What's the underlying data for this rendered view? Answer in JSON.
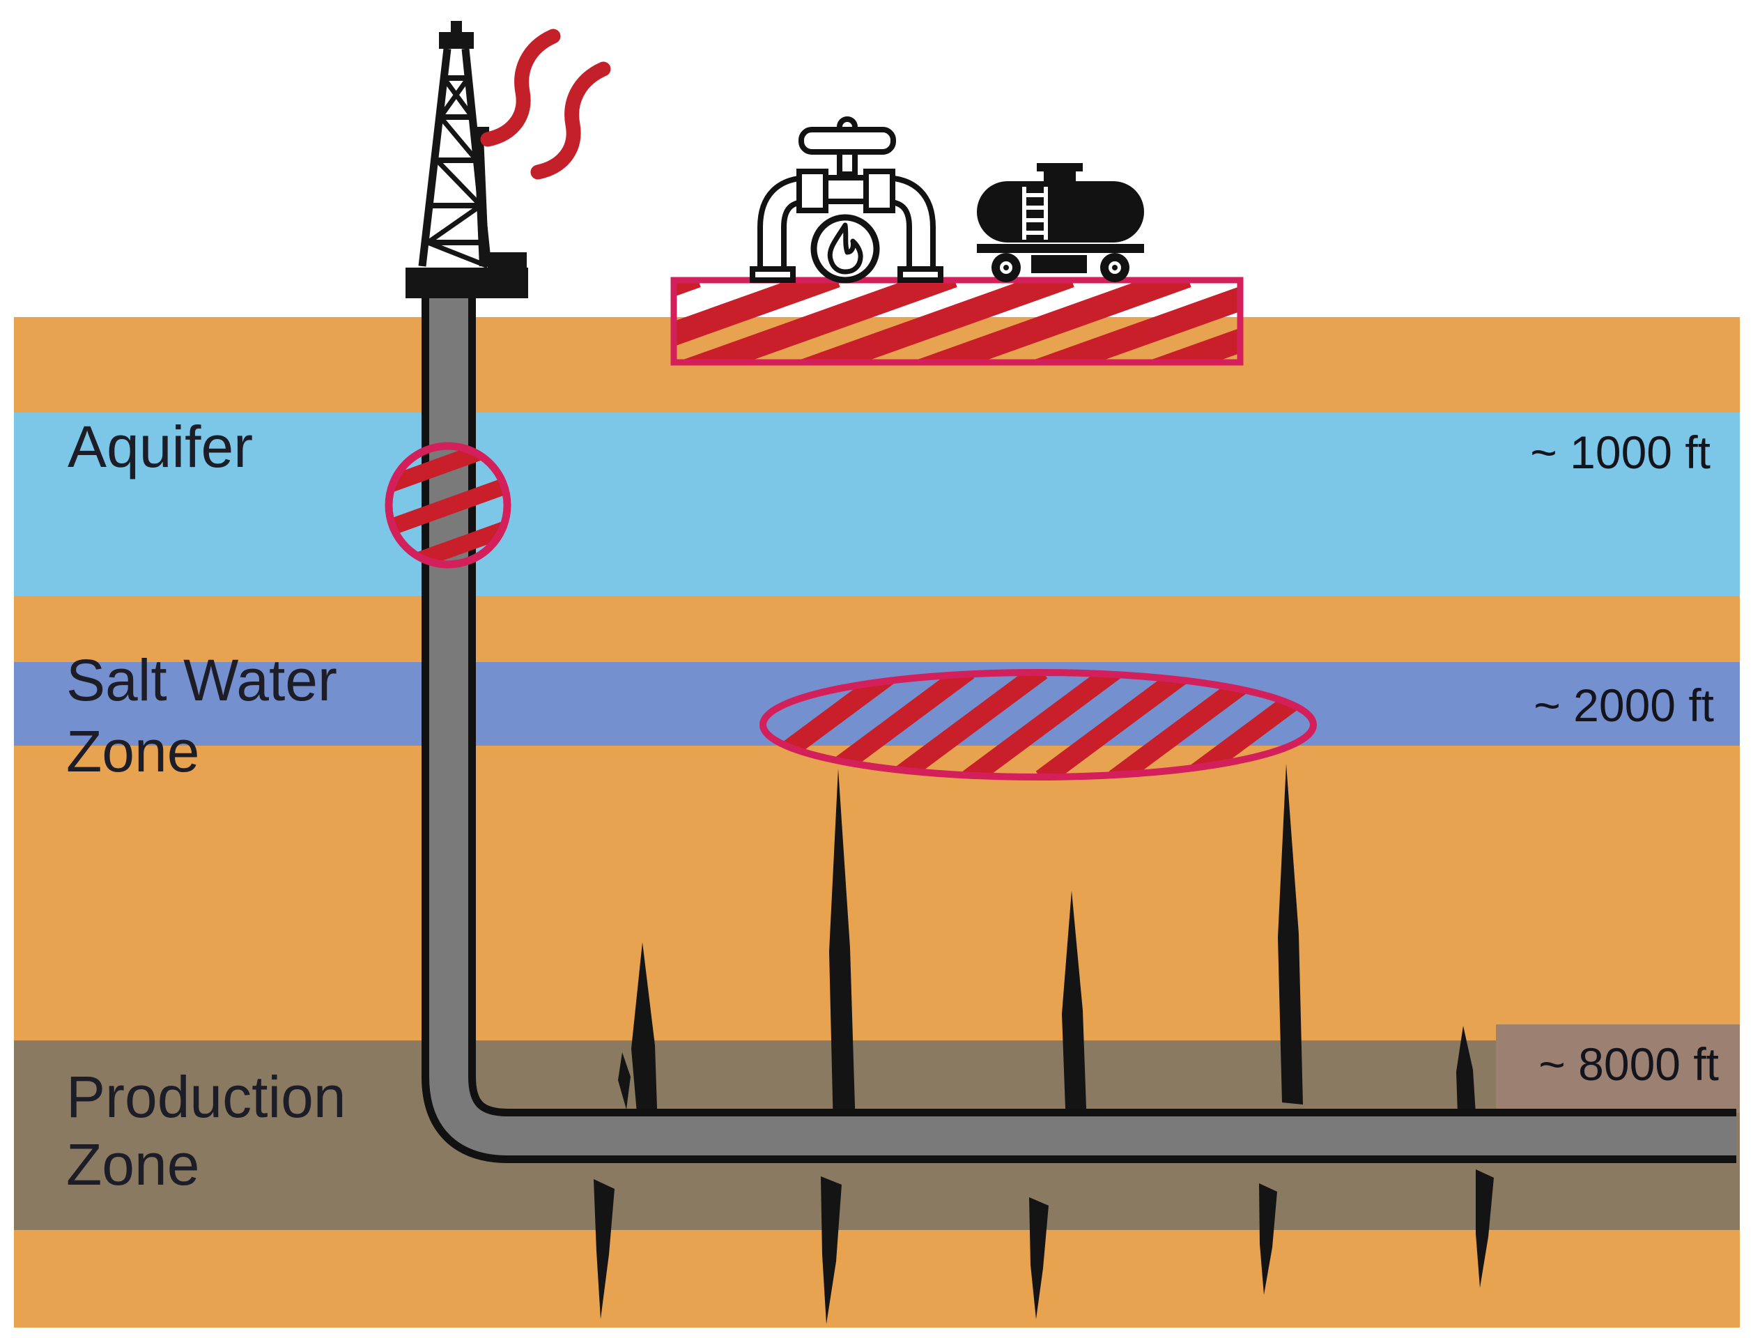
{
  "diagram": {
    "type": "hydraulic-fracturing-cross-section",
    "layers": {
      "aquifer": {
        "label": "Aquifer",
        "depth": "~ 1000 ft",
        "color": "#7cc7e7"
      },
      "salt_water": {
        "line1": "Salt Water",
        "line2": "Zone",
        "depth": "~ 2000 ft",
        "color": "#7590cf"
      },
      "production": {
        "line1": "Production",
        "line2": "Zone",
        "depth": "~ 8000 ft",
        "color": "#8a7a62"
      },
      "soil_color": "#e8a350",
      "depth_label_bg": "#9c8173"
    },
    "well": {
      "pipe_color": "#7a7a7a",
      "pipe_edge_color": "#111111"
    },
    "hazard": {
      "stripe_color": "#c81f2a",
      "outline_color": "#d4205a",
      "markers": [
        "surface-spill-hatch-rectangle",
        "aquifer-leak-hatch-circle",
        "salt-water-contamination-hatch-ellipse",
        "gas-leak-waves"
      ]
    },
    "icons": [
      "drilling-rig-icon",
      "gas-leak-waves-icon",
      "pipeline-valve-flame-icon",
      "tanker-truck-icon"
    ],
    "fractures": {
      "color": "#141414",
      "count_above_pipe": 5,
      "count_below_pipe": 5
    }
  }
}
